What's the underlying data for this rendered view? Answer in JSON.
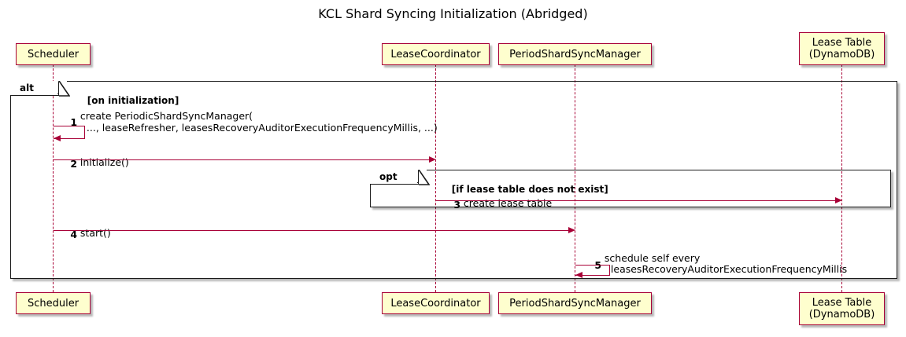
{
  "diagram": {
    "type": "sequence-diagram",
    "title": "KCL Shard Syncing Initialization (Abridged)",
    "colors": {
      "participant_border": "#A80036",
      "participant_fill": "#FEFECE",
      "arrow": "#A80036",
      "frame_border": "#1A1A1A",
      "background": "#FFFFFF"
    },
    "participants": [
      {
        "id": "scheduler",
        "label": "Scheduler",
        "label_line2": ""
      },
      {
        "id": "leasecoordinator",
        "label": "LeaseCoordinator",
        "label_line2": ""
      },
      {
        "id": "periodshardsyncmanager",
        "label": "PeriodShardSyncManager",
        "label_line2": ""
      },
      {
        "id": "leasetable",
        "label": "Lease Table",
        "label_line2": "(DynamoDB)"
      }
    ],
    "frames": [
      {
        "id": "alt-frame",
        "keyword": "alt",
        "condition": "[on initialization]"
      },
      {
        "id": "opt-frame",
        "keyword": "opt",
        "condition": "[if lease table does not exist]"
      }
    ],
    "messages": [
      {
        "number": "1",
        "from": "scheduler",
        "to": "scheduler",
        "kind": "self-call",
        "text_line1": "create PeriodicShardSyncManager(",
        "text_line2": "..., leaseRefresher, leasesRecoveryAuditorExecutionFrequencyMillis, ...)"
      },
      {
        "number": "2",
        "from": "scheduler",
        "to": "leasecoordinator",
        "kind": "call",
        "text_line1": "initialize()",
        "text_line2": ""
      },
      {
        "number": "3",
        "from": "leasecoordinator",
        "to": "leasetable",
        "kind": "call",
        "text_line1": "create lease table",
        "text_line2": ""
      },
      {
        "number": "4",
        "from": "scheduler",
        "to": "periodshardsyncmanager",
        "kind": "call",
        "text_line1": "start()",
        "text_line2": ""
      },
      {
        "number": "5",
        "from": "periodshardsyncmanager",
        "to": "periodshardsyncmanager",
        "kind": "self-call",
        "text_line1": "schedule self every",
        "text_line2": "leasesRecoveryAuditorExecutionFrequencyMillis"
      }
    ]
  }
}
